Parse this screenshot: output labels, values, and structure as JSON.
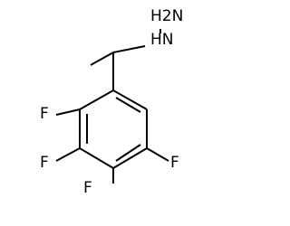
{
  "molecule": {
    "atoms": {
      "hydrazine_terminal": "H2N",
      "hydrazine_nh": "HN",
      "f_ortho": "F",
      "f_meta": "F",
      "f_para": "F",
      "f_meta_prime": "F"
    },
    "colors": {
      "bond": "#000000",
      "label": "#000000",
      "background": "#ffffff"
    }
  }
}
